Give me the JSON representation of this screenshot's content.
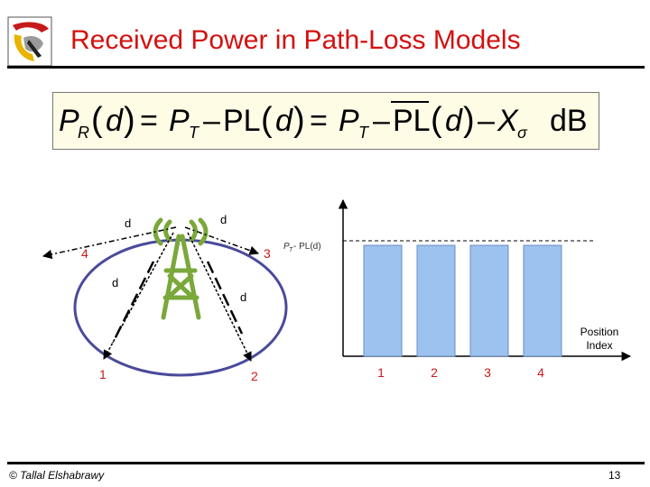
{
  "title": "Received Power in Path-Loss Models",
  "formula": {
    "lhs": "P",
    "lhs_sub": "R",
    "arg": "d",
    "pt": "P",
    "pt_sub": "T",
    "minus": "–",
    "equals": "=",
    "pl": "PL",
    "pl_bar": "PL",
    "x": "X",
    "x_sub": "σ",
    "unit": "dB"
  },
  "diagram": {
    "distance_label": "d",
    "positions": [
      "1",
      "2",
      "3",
      "4"
    ],
    "level_label": "P",
    "level_label_sub": "T",
    "level_label_rest": " - PL(d)",
    "axis_label_line1": "Position",
    "axis_label_line2": "Index"
  },
  "colors": {
    "title": "#d41010",
    "position_numbers": "#cc1a1a",
    "ellipse": "#4a4a9a",
    "tower": "#7aa83a",
    "bars": "#9cc2f0"
  },
  "chart_data": {
    "type": "bar",
    "categories": [
      "1",
      "2",
      "3",
      "4"
    ],
    "values": [
      1,
      1,
      1,
      1
    ],
    "xlabel": "Position Index",
    "ylabel": "",
    "reference_line": "PT - PL(d)"
  },
  "footer": {
    "copyright": "© Tallal Elshabrawy",
    "page": "13"
  }
}
